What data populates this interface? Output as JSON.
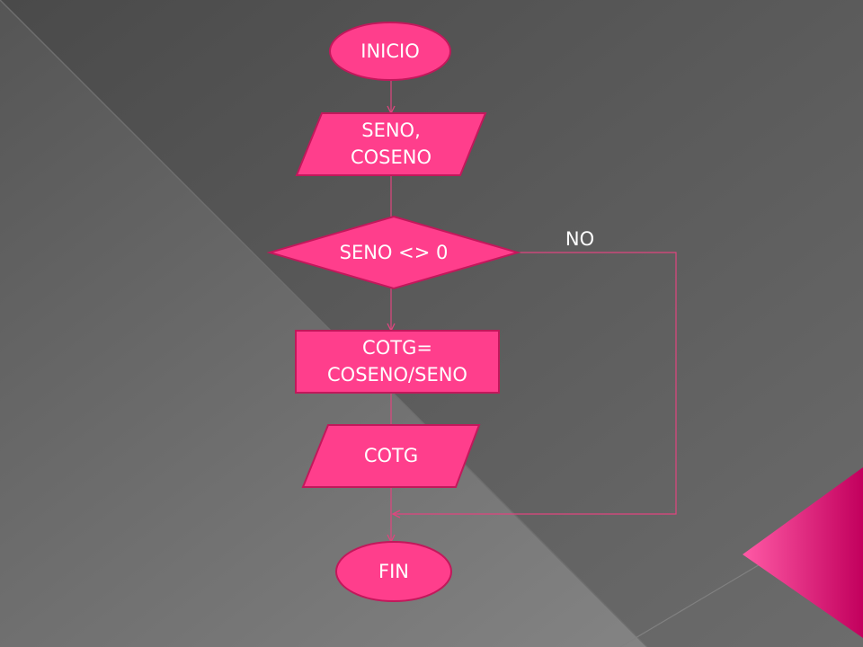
{
  "flowchart": {
    "start": "INICIO",
    "input": [
      "SENO,",
      "COSENO"
    ],
    "decision": "SENO <> 0",
    "no_label": "NO",
    "process": [
      "COTG=",
      "COSENO/SENO"
    ],
    "output": "COTG",
    "end": "FIN"
  },
  "colors": {
    "shape_fill": "#ff3e8c",
    "shape_stroke": "#c2185b",
    "connector": "#e0457f",
    "accent": "#e6006e",
    "text": "#ffffff"
  }
}
